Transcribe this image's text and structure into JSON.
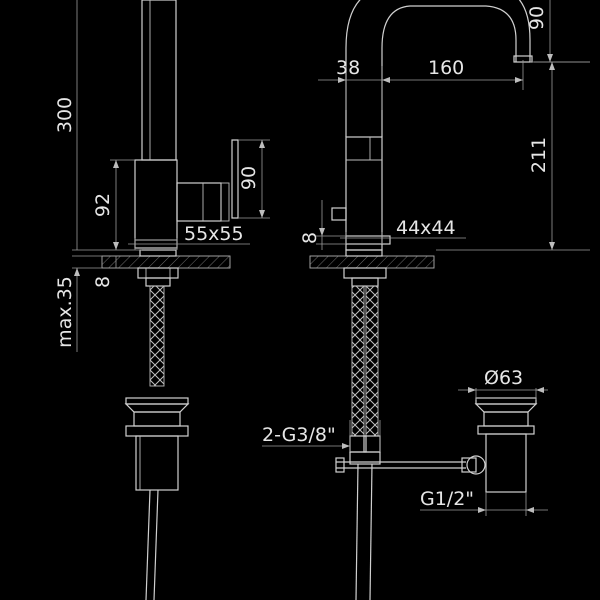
{
  "dimensions": {
    "left_height_total": "300",
    "left_body_height": "92",
    "left_lever_height": "90",
    "left_body_section": "55x55",
    "left_deck_thickness": "8",
    "left_max_deck": "max.35",
    "right_spout_rise": "90",
    "right_spout_offset": "38",
    "right_spout_reach": "160",
    "right_total_height": "211",
    "right_base_height": "8",
    "right_body_section": "44x44",
    "waste_diameter": "Ø63",
    "hose_thread": "2-G3/8\"",
    "waste_thread": "G1/2\""
  },
  "colors": {
    "background": "#000000",
    "linework": "#d0d0d0"
  }
}
